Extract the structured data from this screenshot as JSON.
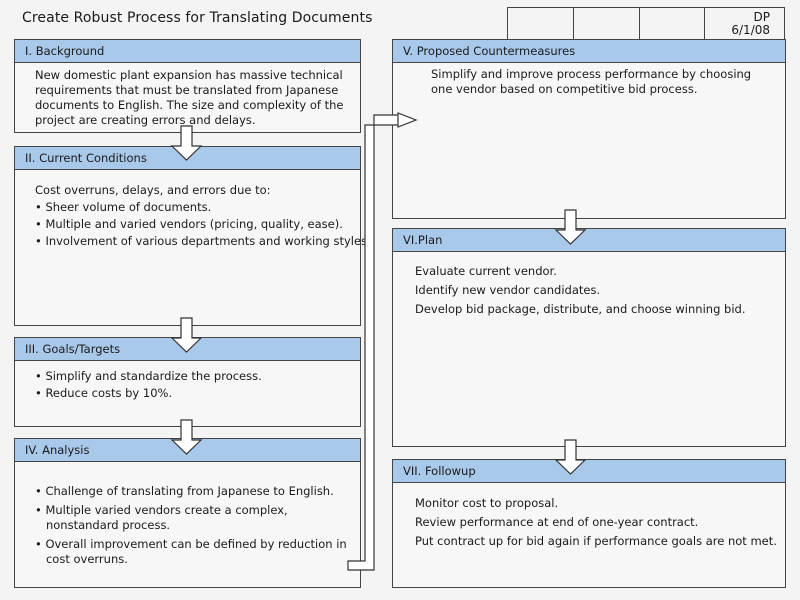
{
  "title": "Create Robust Process for Translating Documents",
  "header": {
    "initials": "DP",
    "date": "6/1/08"
  },
  "sections": {
    "background": {
      "heading": "I. Background",
      "lines": [
        "New domestic plant expansion has massive technical",
        "requirements that must be translated from Japanese",
        "documents to English. The size and complexity of the",
        "project are creating errors and delays."
      ]
    },
    "current": {
      "heading": "II. Current Conditions",
      "lines": [
        "Cost overruns, delays, and errors due to:",
        "• Sheer volume of documents.",
        "• Multiple and varied vendors (pricing, quality, ease).",
        "• Involvement of various departments and working styles."
      ]
    },
    "goals": {
      "heading": "III. Goals/Targets",
      "lines": [
        "• Simplify and standardize the process.",
        "• Reduce costs by 10%."
      ]
    },
    "analysis": {
      "heading": "IV. Analysis",
      "lines": [
        "• Challenge of translating from Japanese to English.",
        "• Multiple varied vendors create a complex,",
        "   nonstandard process.",
        "• Overall improvement can be defined by reduction in",
        "   cost overruns."
      ]
    },
    "countermeasures": {
      "heading": "V. Proposed Countermeasures",
      "lines": [
        "Simplify and improve process performance by choosing",
        "one vendor based on competitive bid process."
      ]
    },
    "plan": {
      "heading": "VI.Plan",
      "lines": [
        "Evaluate current vendor.",
        "Identify new vendor candidates.",
        "Develop bid package, distribute, and choose winning bid."
      ]
    },
    "followup": {
      "heading": "VII. Followup",
      "lines": [
        "Monitor cost to proposal.",
        "Review performance at end of one-year contract.",
        "Put contract up for bid again if performance goals are not met."
      ]
    }
  }
}
